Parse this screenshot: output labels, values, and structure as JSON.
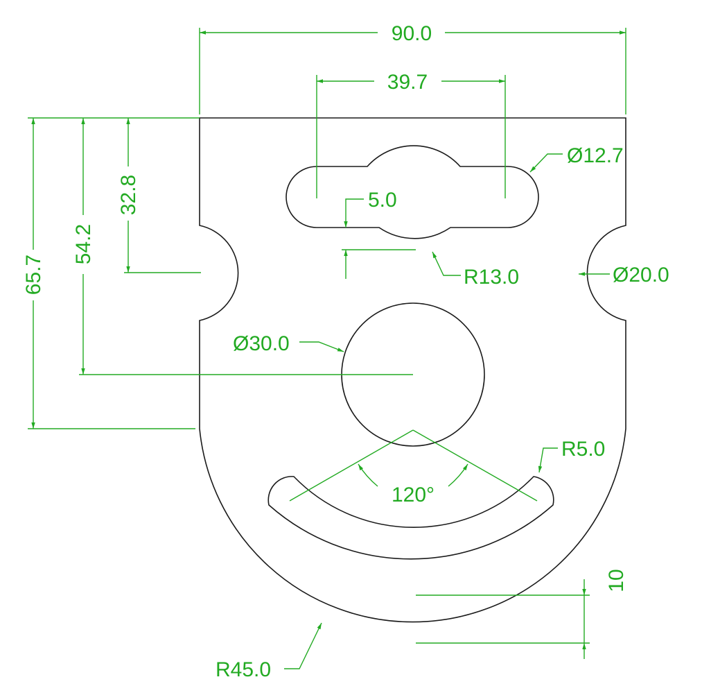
{
  "colors": {
    "background": "#ffffff",
    "outline": "#1a1a1a",
    "dimension": "#22aa22"
  },
  "dimensions": {
    "overall_width": "90.0",
    "slot_length": "39.7",
    "height_to_top": "65.7",
    "height_to_hole_center": "54.2",
    "height_to_notch_center": "32.8",
    "slot_end_diameter": "Ø12.7",
    "slot_offset": "5.0",
    "slot_arc_radius": "R13.0",
    "notch_diameter": "Ø20.0",
    "hole_diameter": "Ø30.0",
    "arc_slot_end_radius": "R5.0",
    "arc_slot_angle": "120°",
    "rim_width": "10",
    "outer_radius": "R45.0"
  }
}
